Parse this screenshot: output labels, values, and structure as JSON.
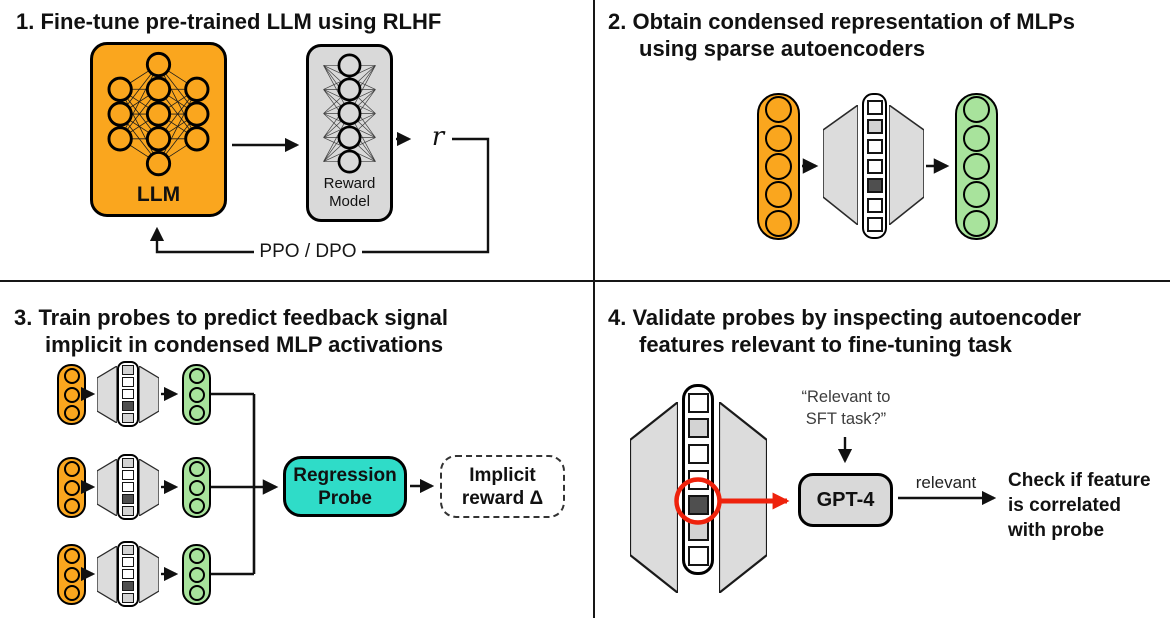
{
  "colors": {
    "orange": "#FAA61E",
    "green": "#A8E39C",
    "teal": "#2FDCC8",
    "gray": "#D9D9D9",
    "trap": "#DCDCDC",
    "dark_square": "#4F4F4F",
    "light_square": "#D3D3D3",
    "red": "#EE220C"
  },
  "panel1": {
    "title": "1. Fine-tune pre-trained LLM using RLHF",
    "llm_label": "LLM",
    "llm_layers": [
      3,
      5,
      3
    ],
    "reward_nodes": 5,
    "reward_label_lines": [
      "Reward",
      "Model"
    ],
    "r_label": "r",
    "loop_label": "PPO / DPO"
  },
  "panel2": {
    "title_lines": [
      "2. Obtain condensed representation of MLPs",
      "using sparse autoencoders"
    ],
    "input_circles": 5,
    "output_circles": 5,
    "bottleneck": [
      "white",
      "light",
      "white",
      "white",
      "dark",
      "white",
      "white"
    ]
  },
  "panel3": {
    "title_lines": [
      "3. Train probes to predict feedback signal",
      "implicit in condensed MLP activations"
    ],
    "rows": [
      {
        "input_circles": 3,
        "output_circles": 3,
        "squares": [
          "light",
          "white",
          "white",
          "dark",
          "light"
        ]
      },
      {
        "input_circles": 3,
        "output_circles": 3,
        "squares": [
          "light",
          "white",
          "white",
          "dark",
          "light"
        ]
      },
      {
        "input_circles": 3,
        "output_circles": 3,
        "squares": [
          "light",
          "white",
          "white",
          "dark",
          "light"
        ]
      }
    ],
    "probe_lines": [
      "Regression",
      "Probe"
    ],
    "output_lines": [
      "Implicit",
      "reward Δ"
    ]
  },
  "panel4": {
    "title_lines": [
      "4. Validate probes by inspecting autoencoder",
      "features relevant to fine-tuning task"
    ],
    "bottleneck": [
      "white",
      "light",
      "white",
      "white",
      "dark",
      "light",
      "white"
    ],
    "question_lines": [
      "“Relevant to",
      "SFT task?”"
    ],
    "gpt_label": "GPT-4",
    "arrow_label": "relevant",
    "check_lines": [
      "Check if feature",
      "is correlated",
      "with probe"
    ]
  }
}
